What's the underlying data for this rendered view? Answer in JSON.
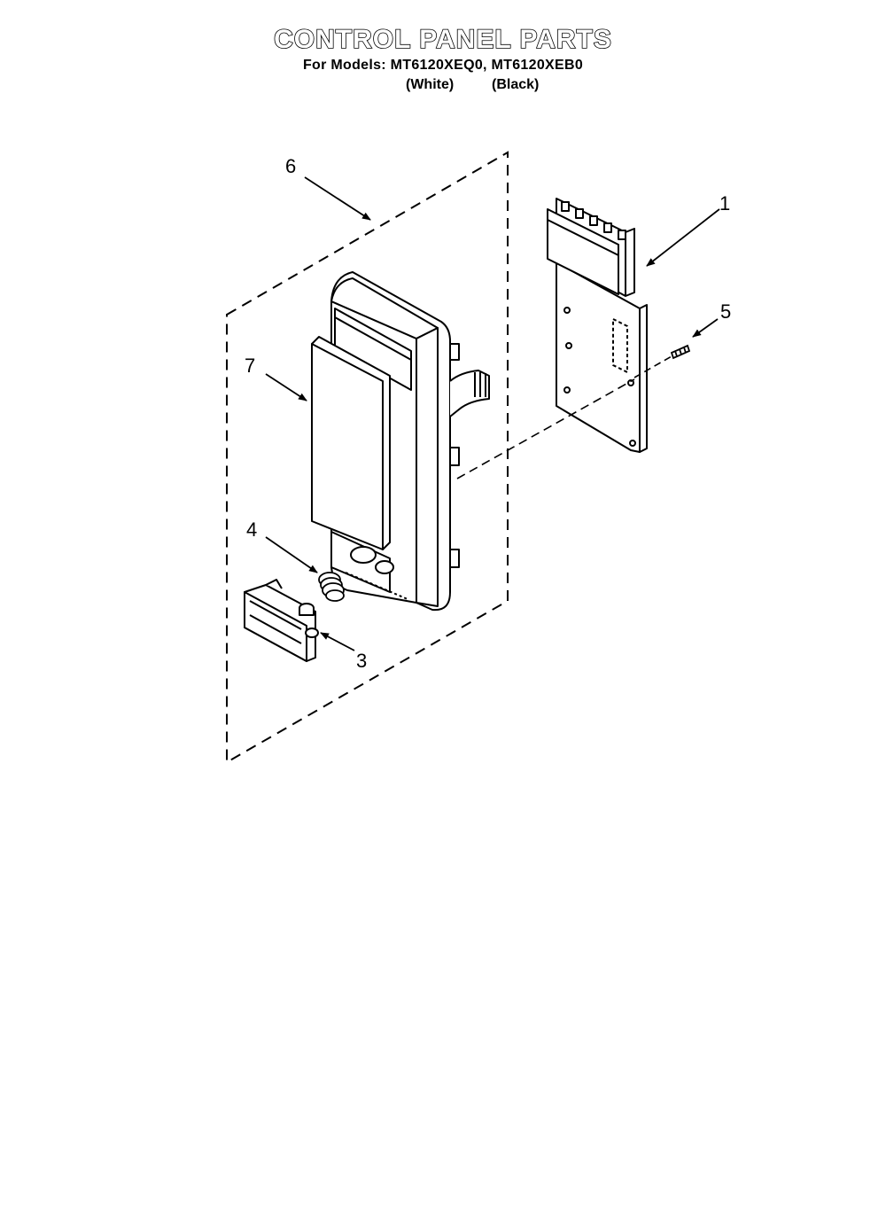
{
  "header": {
    "title": "CONTROL PANEL PARTS",
    "models_line": "For Models: MT6120XEQ0, MT6120XEB0",
    "color_white": "(White)",
    "color_black": "(Black)"
  },
  "callouts": {
    "c1": "1",
    "c3": "3",
    "c4": "4",
    "c5": "5",
    "c6": "6",
    "c7": "7"
  }
}
